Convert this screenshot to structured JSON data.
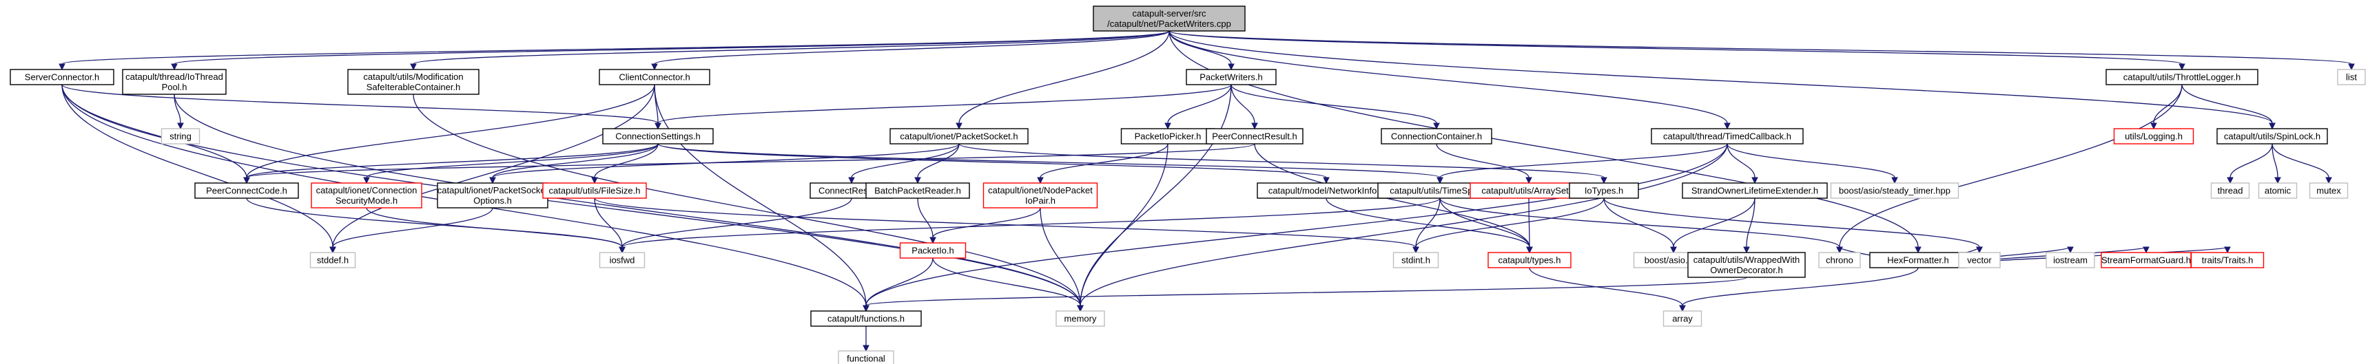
{
  "palette": {
    "root_fill": "#bfbfbf",
    "node_fill": "#ffffff",
    "node_stroke": "#000000",
    "missing_stroke": "#bfbfbf",
    "incomplete_stroke": "#ff0000",
    "edge": "#191970"
  },
  "nodes": {
    "root": {
      "lines": [
        "catapult-server/src",
        "/catapult/net/PacketWriters.cpp"
      ],
      "kind": "root"
    },
    "sc": {
      "lines": [
        "ServerConnector.h"
      ],
      "kind": "normal"
    },
    "iotp": {
      "lines": [
        "catapult/thread/IoThread",
        "Pool.h"
      ],
      "kind": "normal"
    },
    "modsafe": {
      "lines": [
        "catapult/utils/Modification",
        "SafeIterableContainer.h"
      ],
      "kind": "normal"
    },
    "cc": {
      "lines": [
        "ClientConnector.h"
      ],
      "kind": "normal"
    },
    "pw": {
      "lines": [
        "PacketWriters.h"
      ],
      "kind": "normal"
    },
    "ps": {
      "lines": [
        "catapult/ionet/PacketSocket.h"
      ],
      "kind": "normal"
    },
    "tcb": {
      "lines": [
        "catapult/thread/TimedCallback.h"
      ],
      "kind": "normal"
    },
    "hexf": {
      "lines": [
        "HexFormatter.h"
      ],
      "kind": "normal"
    },
    "tlog": {
      "lines": [
        "catapult/utils/ThrottleLogger.h"
      ],
      "kind": "normal"
    },
    "spin": {
      "lines": [
        "catapult/utils/SpinLock.h"
      ],
      "kind": "normal"
    },
    "list": {
      "lines": [
        "list"
      ],
      "kind": "missing"
    },
    "string": {
      "lines": [
        "string"
      ],
      "kind": "missing"
    },
    "cs": {
      "lines": [
        "ConnectionSettings.h"
      ],
      "kind": "normal"
    },
    "piop": {
      "lines": [
        "PacketIoPicker.h"
      ],
      "kind": "normal"
    },
    "pcr": {
      "lines": [
        "PeerConnectResult.h"
      ],
      "kind": "normal"
    },
    "conn": {
      "lines": [
        "ConnectionContainer.h"
      ],
      "kind": "normal"
    },
    "pcc": {
      "lines": [
        "PeerConnectCode.h"
      ],
      "kind": "normal"
    },
    "csm": {
      "lines": [
        "catapult/ionet/Connection",
        "SecurityMode.h"
      ],
      "kind": "incomplete"
    },
    "pso": {
      "lines": [
        "catapult/ionet/PacketSocket",
        "Options.h"
      ],
      "kind": "normal"
    },
    "fsize": {
      "lines": [
        "catapult/utils/FileSize.h"
      ],
      "kind": "incomplete"
    },
    "cres": {
      "lines": [
        "ConnectResult.h"
      ],
      "kind": "normal"
    },
    "bpr": {
      "lines": [
        "BatchPacketReader.h"
      ],
      "kind": "normal"
    },
    "npio": {
      "lines": [
        "catapult/ionet/NodePacket",
        "IoPair.h"
      ],
      "kind": "incomplete"
    },
    "netinfo": {
      "lines": [
        "catapult/model/NetworkInfo.h"
      ],
      "kind": "normal"
    },
    "tspan": {
      "lines": [
        "catapult/utils/TimeSpan.h"
      ],
      "kind": "normal"
    },
    "aset": {
      "lines": [
        "catapult/utils/ArraySet.h"
      ],
      "kind": "incomplete"
    },
    "iotypes": {
      "lines": [
        "IoTypes.h"
      ],
      "kind": "normal"
    },
    "sole": {
      "lines": [
        "StrandOwnerLifetimeExtender.h"
      ],
      "kind": "normal"
    },
    "sttimer": {
      "lines": [
        "boost/asio/steady_timer.hpp"
      ],
      "kind": "missing"
    },
    "hexmod": {
      "lines": [
        "HexFormatter.h"
      ],
      "kind": "normal"
    },
    "tlogging": {
      "lines": [
        "utils/Logging.h"
      ],
      "kind": "incomplete"
    },
    "thread": {
      "lines": [
        "thread"
      ],
      "kind": "missing"
    },
    "atomic": {
      "lines": [
        "atomic"
      ],
      "kind": "missing"
    },
    "mutex": {
      "lines": [
        "mutex"
      ],
      "kind": "missing"
    },
    "stddef": {
      "lines": [
        "stddef.h"
      ],
      "kind": "missing"
    },
    "iosfwd": {
      "lines": [
        "iosfwd"
      ],
      "kind": "missing"
    },
    "pktio": {
      "lines": [
        "PacketIo.h"
      ],
      "kind": "incomplete"
    },
    "stdint": {
      "lines": [
        "stdint.h"
      ],
      "kind": "missing"
    },
    "ctypes": {
      "lines": [
        "catapult/types.h"
      ],
      "kind": "incomplete"
    },
    "basio": {
      "lines": [
        "boost/asio.hpp"
      ],
      "kind": "missing"
    },
    "wrapped": {
      "lines": [
        "catapult/utils/WrappedWith",
        "OwnerDecorator.h"
      ],
      "kind": "normal"
    },
    "chrono": {
      "lines": [
        "chrono"
      ],
      "kind": "missing"
    },
    "vector": {
      "lines": [
        "vector"
      ],
      "kind": "missing"
    },
    "iostream": {
      "lines": [
        "iostream"
      ],
      "kind": "missing"
    },
    "sfg": {
      "lines": [
        "StreamFormatGuard.h"
      ],
      "kind": "incomplete"
    },
    "traits": {
      "lines": [
        "traits/Traits.h"
      ],
      "kind": "incomplete"
    },
    "func": {
      "lines": [
        "catapult/functions.h"
      ],
      "kind": "normal"
    },
    "memory": {
      "lines": [
        "memory"
      ],
      "kind": "missing"
    },
    "array": {
      "lines": [
        "array"
      ],
      "kind": "missing"
    },
    "functional": {
      "lines": [
        "functional"
      ],
      "kind": "missing"
    }
  },
  "edges": [
    [
      "root",
      "sc"
    ],
    [
      "root",
      "iotp"
    ],
    [
      "root",
      "modsafe"
    ],
    [
      "root",
      "cc"
    ],
    [
      "root",
      "pw"
    ],
    [
      "root",
      "ps"
    ],
    [
      "root",
      "tcb"
    ],
    [
      "root",
      "hexf"
    ],
    [
      "root",
      "tlog"
    ],
    [
      "root",
      "spin"
    ],
    [
      "root",
      "list"
    ],
    [
      "sc",
      "cs"
    ],
    [
      "sc",
      "pcc"
    ],
    [
      "sc",
      "func"
    ],
    [
      "sc",
      "memory"
    ],
    [
      "sc",
      "stddef"
    ],
    [
      "iotp",
      "string"
    ],
    [
      "iotp",
      "memory"
    ],
    [
      "modsafe",
      "memory"
    ],
    [
      "cc",
      "cs"
    ],
    [
      "cc",
      "pcc"
    ],
    [
      "cc",
      "func"
    ],
    [
      "cc",
      "stddef"
    ],
    [
      "pw",
      "cs"
    ],
    [
      "pw",
      "piop"
    ],
    [
      "pw",
      "pcr"
    ],
    [
      "pw",
      "conn"
    ],
    [
      "pw",
      "memory"
    ],
    [
      "ps",
      "cres"
    ],
    [
      "ps",
      "bpr"
    ],
    [
      "ps",
      "pso"
    ],
    [
      "ps",
      "iotypes"
    ],
    [
      "tcb",
      "tspan"
    ],
    [
      "tcb",
      "sole"
    ],
    [
      "tcb",
      "sttimer"
    ],
    [
      "tcb",
      "memory"
    ],
    [
      "tcb",
      "func"
    ],
    [
      "hexf",
      "vector"
    ],
    [
      "hexf",
      "iostream"
    ],
    [
      "hexf",
      "sfg"
    ],
    [
      "hexf",
      "traits"
    ],
    [
      "hexf",
      "array"
    ],
    [
      "hexf",
      "chrono"
    ],
    [
      "tlog",
      "tlogging"
    ],
    [
      "tlog",
      "spin"
    ],
    [
      "tlog",
      "chrono"
    ],
    [
      "spin",
      "thread"
    ],
    [
      "spin",
      "atomic"
    ],
    [
      "spin",
      "mutex"
    ],
    [
      "cs",
      "csm"
    ],
    [
      "cs",
      "pso"
    ],
    [
      "cs",
      "fsize"
    ],
    [
      "cs",
      "netinfo"
    ],
    [
      "cs",
      "tspan"
    ],
    [
      "cs",
      "pcc"
    ],
    [
      "piop",
      "npio"
    ],
    [
      "piop",
      "memory"
    ],
    [
      "pcr",
      "pcc"
    ],
    [
      "pcr",
      "ctypes"
    ],
    [
      "conn",
      "aset"
    ],
    [
      "csm",
      "iosfwd"
    ],
    [
      "pso",
      "stddef"
    ],
    [
      "fsize",
      "stdint"
    ],
    [
      "fsize",
      "iosfwd"
    ],
    [
      "cres",
      "iosfwd"
    ],
    [
      "bpr",
      "pktio"
    ],
    [
      "npio",
      "pktio"
    ],
    [
      "npio",
      "memory"
    ],
    [
      "netinfo",
      "ctypes"
    ],
    [
      "tspan",
      "iosfwd"
    ],
    [
      "tspan",
      "stdint"
    ],
    [
      "tspan",
      "chrono"
    ],
    [
      "tspan",
      "ctypes"
    ],
    [
      "aset",
      "ctypes"
    ],
    [
      "iotypes",
      "basio"
    ],
    [
      "iotypes",
      "stdint"
    ],
    [
      "iotypes",
      "vector"
    ],
    [
      "sole",
      "wrapped"
    ],
    [
      "sole",
      "basio"
    ],
    [
      "wrapped",
      "func"
    ],
    [
      "pktio",
      "func"
    ],
    [
      "pktio",
      "memory"
    ],
    [
      "pcc",
      "iosfwd"
    ],
    [
      "ctypes",
      "array"
    ],
    [
      "func",
      "functional"
    ]
  ]
}
